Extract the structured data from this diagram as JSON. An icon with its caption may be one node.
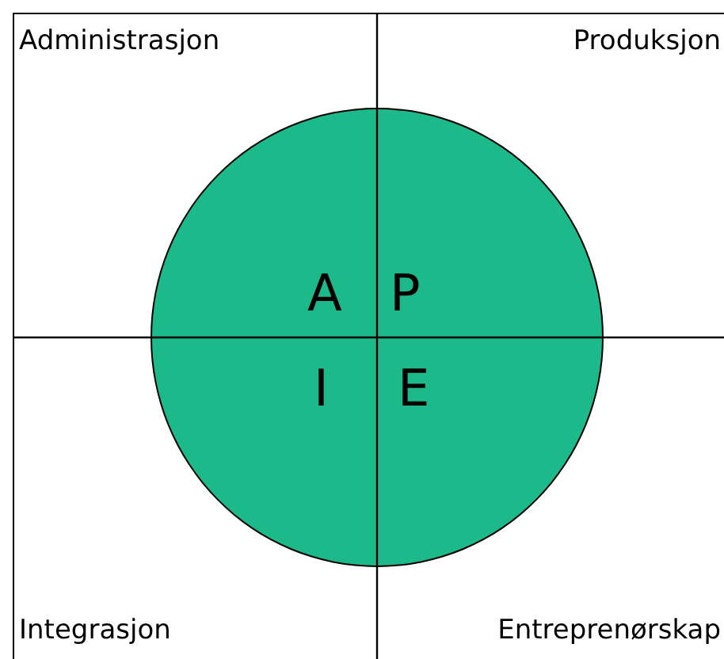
{
  "diagram": {
    "nodes": [
      {
        "text": [
          "A",
          "P",
          "I",
          "E"
        ]
      }
    ],
    "labels": [
      "Administrasjon",
      "Produksjon",
      "Integrasjon",
      "Entreprenørskap"
    ]
  }
}
